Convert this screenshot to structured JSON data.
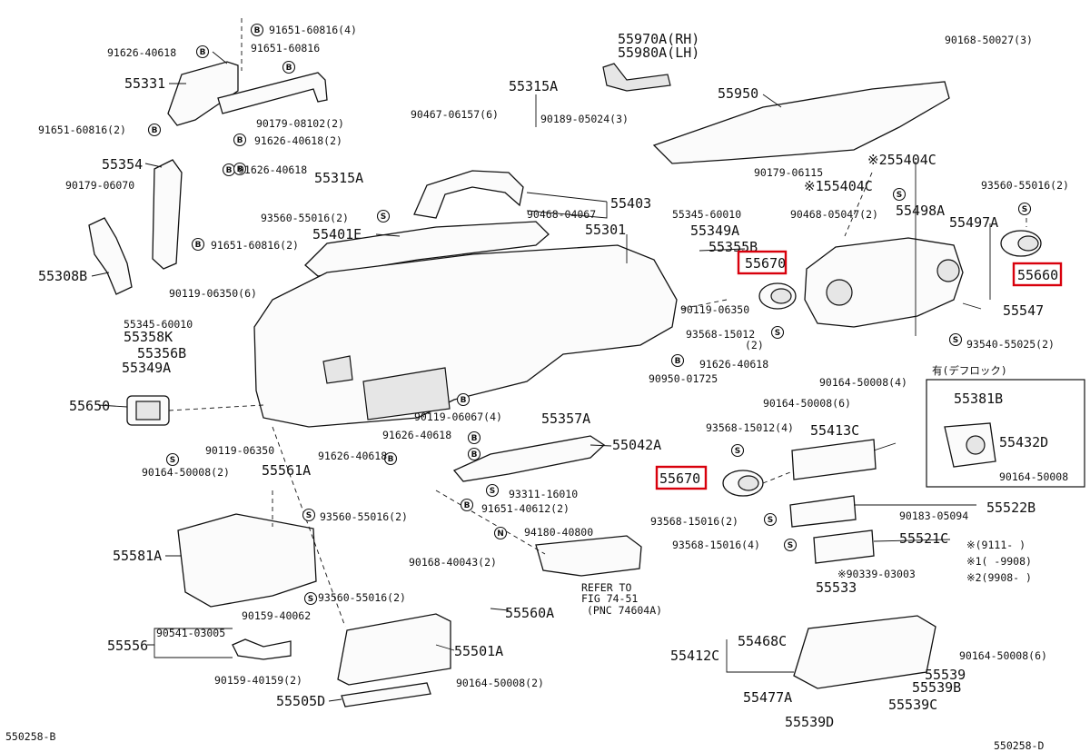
{
  "labels": [
    {
      "id": "l1",
      "text": "91651-60816(4)",
      "t": "sm"
    },
    {
      "id": "l2",
      "text": "91626-40618",
      "t": "sm"
    },
    {
      "id": "l3",
      "text": "91651-60816",
      "t": "sm"
    },
    {
      "id": "l4",
      "text": "55331",
      "t": "big"
    },
    {
      "id": "l5",
      "text": "90179-08102(2)",
      "t": "sm"
    },
    {
      "id": "l6",
      "text": "91651-60816(2)",
      "t": "sm"
    },
    {
      "id": "l7",
      "text": "91626-40618(2)",
      "t": "sm"
    },
    {
      "id": "l8",
      "text": "55354",
      "t": "big"
    },
    {
      "id": "l9",
      "text": "91626-40618",
      "t": "sm"
    },
    {
      "id": "l10",
      "text": "90179-06070",
      "t": "sm"
    },
    {
      "id": "l11",
      "text": "91651-60816(2)",
      "t": "sm"
    },
    {
      "id": "l12",
      "text": "55308B",
      "t": "big"
    },
    {
      "id": "l13",
      "text": "55970A(RH)",
      "t": "big"
    },
    {
      "id": "l14",
      "text": "55980A(LH)",
      "t": "big"
    },
    {
      "id": "l15",
      "text": "90168-50027(3)",
      "t": "sm"
    },
    {
      "id": "l16",
      "text": "55315A",
      "t": "big"
    },
    {
      "id": "l17",
      "text": "55950",
      "t": "big"
    },
    {
      "id": "l18",
      "text": "90467-06157(6)",
      "t": "sm"
    },
    {
      "id": "l19",
      "text": "90189-05024(3)",
      "t": "sm"
    },
    {
      "id": "l20",
      "text": "55315A",
      "t": "big"
    },
    {
      "id": "l21",
      "text": "90179-06115",
      "t": "sm"
    },
    {
      "id": "l22",
      "text": "※255404C",
      "t": "big"
    },
    {
      "id": "l23",
      "text": "※155404C",
      "t": "big"
    },
    {
      "id": "l24",
      "text": "93560-55016(2)",
      "t": "sm"
    },
    {
      "id": "l25",
      "text": "55403",
      "t": "big"
    },
    {
      "id": "l26",
      "text": "90468-04067",
      "t": "sm"
    },
    {
      "id": "l27",
      "text": "93560-55016(2)",
      "t": "sm"
    },
    {
      "id": "l28",
      "text": "55345-60010",
      "t": "sm"
    },
    {
      "id": "l29",
      "text": "90468-05047(2)",
      "t": "sm"
    },
    {
      "id": "l30",
      "text": "55498A",
      "t": "big"
    },
    {
      "id": "l31",
      "text": "55497A",
      "t": "big"
    },
    {
      "id": "l32",
      "text": "55401E",
      "t": "big"
    },
    {
      "id": "l33",
      "text": "55301",
      "t": "big"
    },
    {
      "id": "l34",
      "text": "55349A",
      "t": "big"
    },
    {
      "id": "l35",
      "text": "55355B",
      "t": "big"
    },
    {
      "id": "l36",
      "text": "55670",
      "t": "big"
    },
    {
      "id": "l37",
      "text": "55660",
      "t": "big"
    },
    {
      "id": "l38",
      "text": "90119-06350(6)",
      "t": "sm"
    },
    {
      "id": "l39",
      "text": "90119-06350",
      "t": "sm"
    },
    {
      "id": "l40",
      "text": "55547",
      "t": "big"
    },
    {
      "id": "l41",
      "text": "55345-60010",
      "t": "sm"
    },
    {
      "id": "l42",
      "text": "55358K",
      "t": "big"
    },
    {
      "id": "l43",
      "text": "93568-15012",
      "t": "sm"
    },
    {
      "id": "l44",
      "text": "(2)",
      "t": "sm"
    },
    {
      "id": "l45",
      "text": "93540-55025(2)",
      "t": "sm"
    },
    {
      "id": "l46",
      "text": "55356B",
      "t": "big"
    },
    {
      "id": "l47",
      "text": "91626-40618",
      "t": "sm"
    },
    {
      "id": "l48",
      "text": "55349A",
      "t": "big"
    },
    {
      "id": "l49",
      "text": "90950-01725",
      "t": "sm"
    },
    {
      "id": "l50",
      "text": "90164-50008(4)",
      "t": "sm"
    },
    {
      "id": "l51",
      "text": "有(デフロック)",
      "t": "sm"
    },
    {
      "id": "l52",
      "text": "55650",
      "t": "big"
    },
    {
      "id": "l53",
      "text": "90164-50008(6)",
      "t": "sm"
    },
    {
      "id": "l54",
      "text": "55381B",
      "t": "big"
    },
    {
      "id": "l55",
      "text": "90119-06067(4)",
      "t": "sm"
    },
    {
      "id": "l56",
      "text": "55357A",
      "t": "big"
    },
    {
      "id": "l57",
      "text": "93568-15012(4)",
      "t": "sm"
    },
    {
      "id": "l58",
      "text": "55413C",
      "t": "big"
    },
    {
      "id": "l59",
      "text": "91626-40618",
      "t": "sm"
    },
    {
      "id": "l60",
      "text": "55042A",
      "t": "big"
    },
    {
      "id": "l61",
      "text": "55432D",
      "t": "big"
    },
    {
      "id": "l62",
      "text": "90119-06350",
      "t": "sm"
    },
    {
      "id": "l63",
      "text": "91626-40618",
      "t": "sm"
    },
    {
      "id": "l64",
      "text": "90164-50008(2)",
      "t": "sm"
    },
    {
      "id": "l65",
      "text": "55561A",
      "t": "big"
    },
    {
      "id": "l66",
      "text": "55670",
      "t": "big"
    },
    {
      "id": "l67",
      "text": "90164-50008",
      "t": "sm"
    },
    {
      "id": "l68",
      "text": "93311-16010",
      "t": "sm"
    },
    {
      "id": "l69",
      "text": "91651-40612(2)",
      "t": "sm"
    },
    {
      "id": "l70",
      "text": "55522B",
      "t": "big"
    },
    {
      "id": "l71",
      "text": "93560-55016(2)",
      "t": "sm"
    },
    {
      "id": "l72",
      "text": "93568-15016(2)",
      "t": "sm"
    },
    {
      "id": "l73",
      "text": "90183-05094",
      "t": "sm"
    },
    {
      "id": "l74",
      "text": "55581A",
      "t": "big"
    },
    {
      "id": "l75",
      "text": "94180-40800",
      "t": "sm"
    },
    {
      "id": "l76",
      "text": "93568-15016(4)",
      "t": "sm"
    },
    {
      "id": "l77",
      "text": "55521C",
      "t": "big"
    },
    {
      "id": "l78",
      "text": "※(9111-    )",
      "t": "sm"
    },
    {
      "id": "l79",
      "text": "90168-40043(2)",
      "t": "sm"
    },
    {
      "id": "l80",
      "text": "※1(     -9908)",
      "t": "sm"
    },
    {
      "id": "l81",
      "text": "※2(9908-     )",
      "t": "sm"
    },
    {
      "id": "l82",
      "text": "REFER TO",
      "t": "sm"
    },
    {
      "id": "l83",
      "text": "FIG 74-51",
      "t": "sm"
    },
    {
      "id": "l84",
      "text": "(PNC 74604A)",
      "t": "sm"
    },
    {
      "id": "l85",
      "text": "※90339-03003",
      "t": "sm"
    },
    {
      "id": "l86",
      "text": "93560-55016(2)",
      "t": "sm"
    },
    {
      "id": "l87",
      "text": "90159-40062",
      "t": "sm"
    },
    {
      "id": "l88",
      "text": "55560A",
      "t": "big"
    },
    {
      "id": "l89",
      "text": "55533",
      "t": "big"
    },
    {
      "id": "l90",
      "text": "90541-03005",
      "t": "sm"
    },
    {
      "id": "l91",
      "text": "55556",
      "t": "big"
    },
    {
      "id": "l92",
      "text": "55501A",
      "t": "big"
    },
    {
      "id": "l93",
      "text": "55468C",
      "t": "big"
    },
    {
      "id": "l94",
      "text": "55412C",
      "t": "big"
    },
    {
      "id": "l95",
      "text": "90164-50008(6)",
      "t": "sm"
    },
    {
      "id": "l96",
      "text": "90159-40159(2)",
      "t": "sm"
    },
    {
      "id": "l97",
      "text": "90164-50008(2)",
      "t": "sm"
    },
    {
      "id": "l98",
      "text": "55539",
      "t": "big"
    },
    {
      "id": "l99",
      "text": "55539B",
      "t": "big"
    },
    {
      "id": "l100",
      "text": "55505D",
      "t": "big"
    },
    {
      "id": "l101",
      "text": "55477A",
      "t": "big"
    },
    {
      "id": "l102",
      "text": "55539C",
      "t": "big"
    },
    {
      "id": "l103",
      "text": "55539D",
      "t": "big"
    },
    {
      "id": "l104",
      "text": "550258-B",
      "t": "sm"
    },
    {
      "id": "l105",
      "text": "550258-D",
      "t": "sm"
    }
  ],
  "symbols": [
    {
      "id": "s1",
      "letter": "B"
    },
    {
      "id": "s2",
      "letter": "B"
    },
    {
      "id": "s3",
      "letter": "B"
    },
    {
      "id": "s4",
      "letter": "B"
    },
    {
      "id": "s5",
      "letter": "B"
    },
    {
      "id": "s6",
      "letter": "B"
    },
    {
      "id": "s7",
      "letter": "B"
    },
    {
      "id": "s8",
      "letter": "B"
    },
    {
      "id": "s9",
      "letter": "S"
    },
    {
      "id": "s10",
      "letter": "S"
    },
    {
      "id": "s11",
      "letter": "S"
    },
    {
      "id": "s12",
      "letter": "S"
    },
    {
      "id": "s13",
      "letter": "B"
    },
    {
      "id": "s14",
      "letter": "S"
    },
    {
      "id": "s15",
      "letter": "B"
    },
    {
      "id": "s16",
      "letter": "B"
    },
    {
      "id": "s17",
      "letter": "B"
    },
    {
      "id": "s18",
      "letter": "S"
    },
    {
      "id": "s19",
      "letter": "S"
    },
    {
      "id": "s20",
      "letter": "B"
    },
    {
      "id": "s21",
      "letter": "S"
    },
    {
      "id": "s22",
      "letter": "B"
    },
    {
      "id": "s23",
      "letter": "S"
    },
    {
      "id": "s24",
      "letter": "S"
    },
    {
      "id": "s25",
      "letter": "N"
    },
    {
      "id": "s26",
      "letter": "S"
    },
    {
      "id": "s27",
      "letter": "S"
    }
  ],
  "highlights": [
    "55670",
    "55660",
    "55670"
  ]
}
